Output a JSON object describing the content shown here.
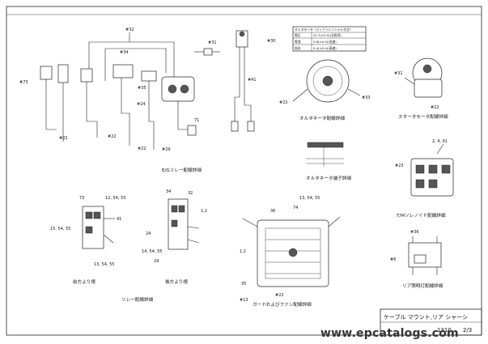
{
  "sections": {
    "eg_relay": "E/Gリレー配線詳細",
    "alternator": "オルタネータ配線詳細",
    "alt_terminal": "オルタネータ端子詳細",
    "starter": "スタータモータ配線詳細",
    "tm_solenoid": "T/Mソレノイド配線詳細",
    "rear_light": "リア照明灯配線詳細",
    "relay": "リレー配線詳細",
    "front_view": "前方より視",
    "rear_view": "後方より視",
    "guard_fan": "ガードおよびファン配線詳細"
  },
  "callouts": {
    "c32": "#32",
    "c31": "#31",
    "c34": "#34",
    "c35": "#35",
    "c24": "#24",
    "c30": "#30",
    "c41": "#41",
    "c22": "#22",
    "c33": "#33",
    "c29": "#29",
    "c73": "#73",
    "c71": "71",
    "c23": "#23",
    "c36": "#36",
    "c6": "#6",
    "c13": "#13",
    "n73": "73",
    "n41": "41",
    "n12_54_55": "12, 54, 55",
    "n15_54_55": "15, 54, 55",
    "n13_54_55": "13, 54, 55",
    "n14_54_55": "14, 54, 55",
    "n34": "34",
    "n32": "32",
    "n12": "1,2",
    "n24": "24",
    "n29": "29",
    "n36": "36",
    "n74": "74",
    "n13": "13",
    "n35": "35",
    "n35b": "35",
    "n2_4_61": "2, 4, 61",
    "n71": "71",
    "n22": "#22",
    "n_misc": "#22"
  },
  "alt_table": {
    "header": "オルタネータ（ディファレンシャル付き）",
    "rows": [
      [
        "電圧",
        "22.7(±0.5)(全負荷)"
      ],
      [
        "電流",
        "2.8(±0.4)(低速)"
      ],
      [
        "抵抗",
        "0.4(±0.4)(高速)"
      ]
    ]
  },
  "title_block": {
    "line1": "ケーブル マウント,リア シャーシ",
    "line2": "1310",
    "page": "2/3"
  },
  "watermark": "www.epcatalogs.com"
}
